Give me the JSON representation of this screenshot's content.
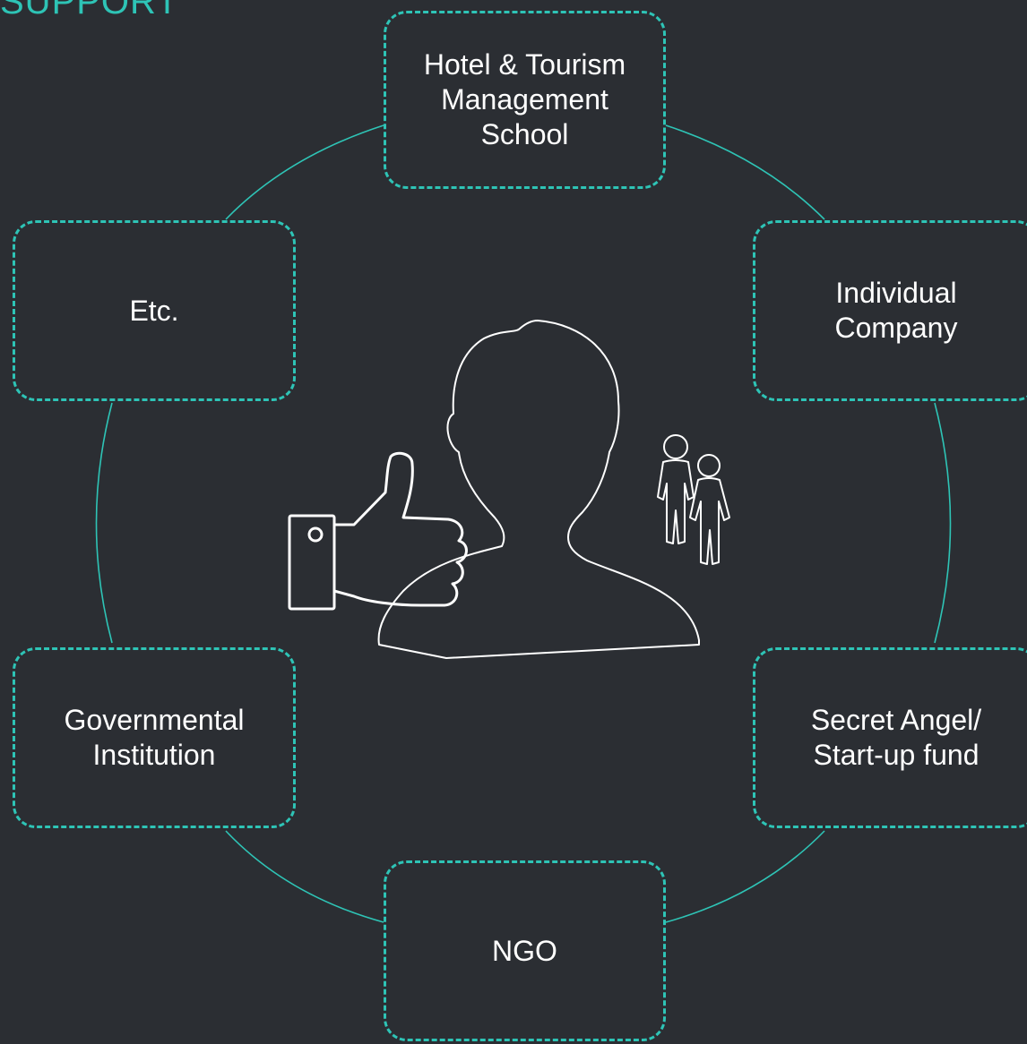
{
  "heading": "SUPPORT",
  "colors": {
    "background": "#2b2e33",
    "accent": "#2ec4b6",
    "text": "#ffffff",
    "icon_stroke": "#ffffff"
  },
  "nodes": {
    "top": "Hotel & Tourism\nManagement\nSchool",
    "top_right": "Individual\nCompany",
    "bottom_right": "Secret Angel/\nStart-up fund",
    "bottom": "NGO",
    "bottom_left": "Governmental\nInstitution",
    "top_left": "Etc."
  },
  "center_icons": [
    "person-bust-icon",
    "thumbs-up-icon",
    "family-icon"
  ]
}
